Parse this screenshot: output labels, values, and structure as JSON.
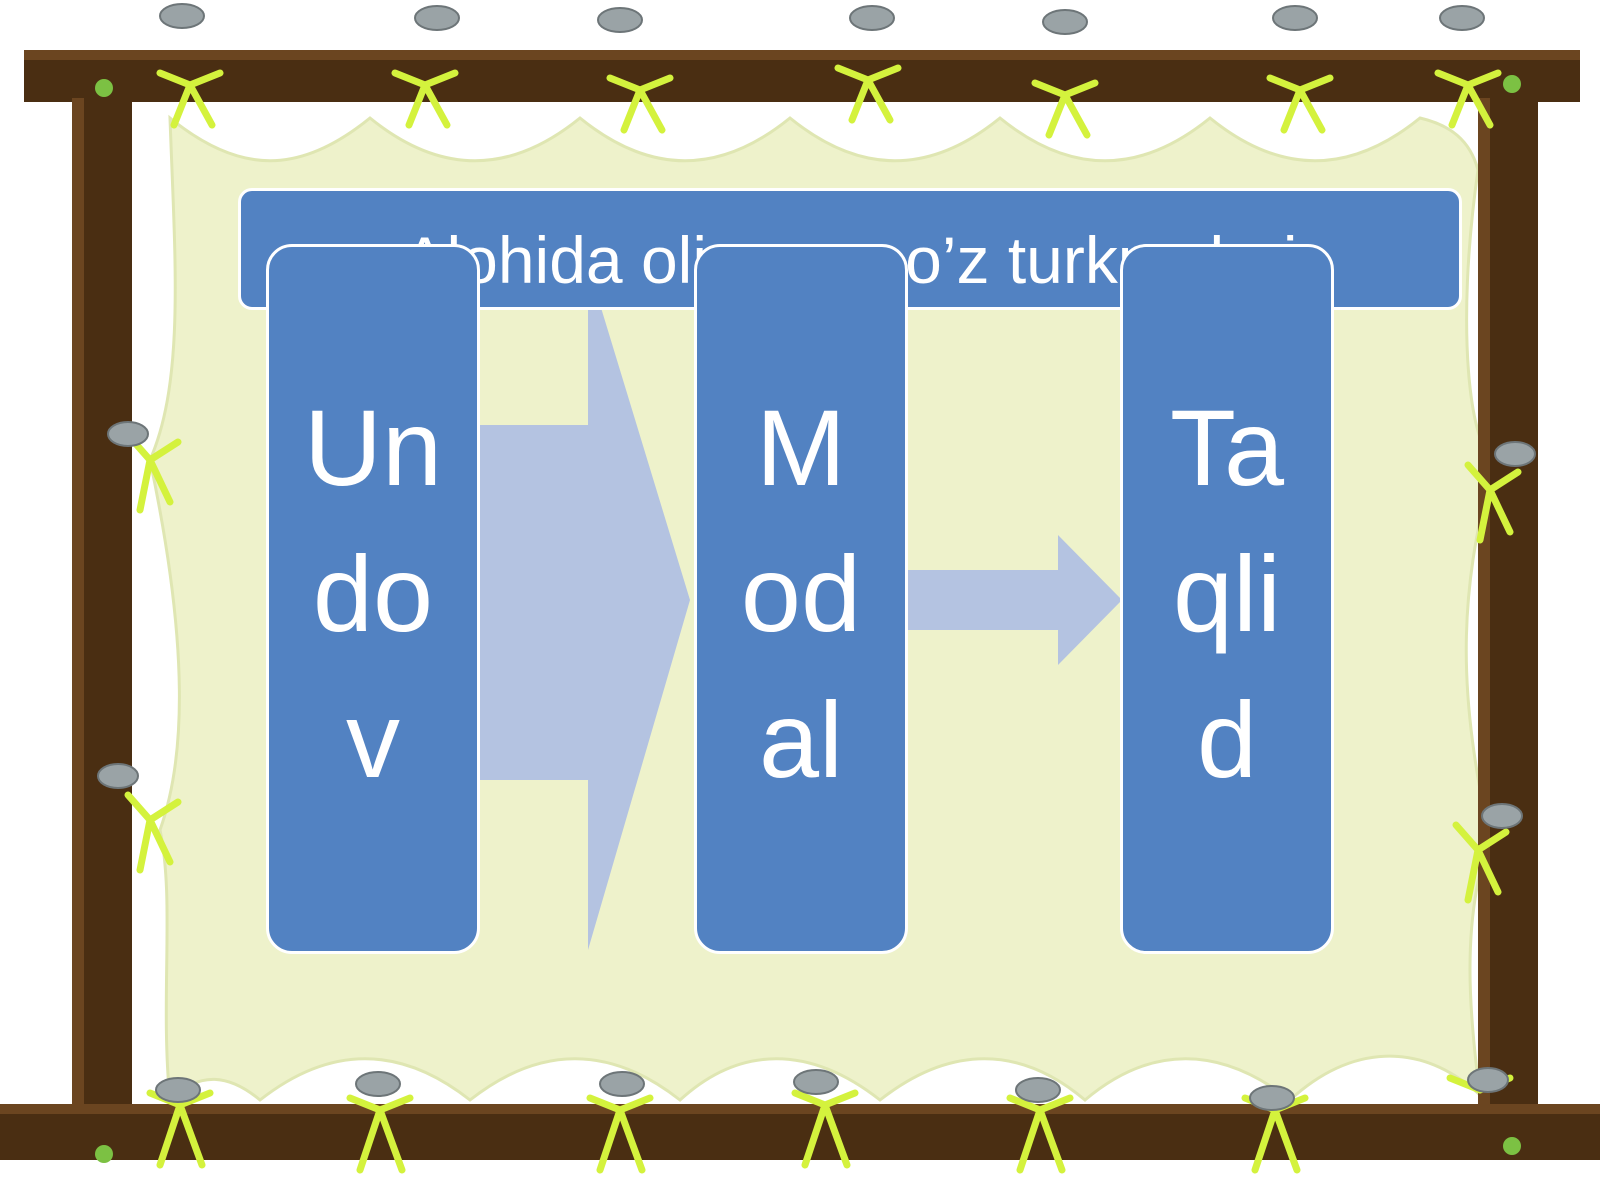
{
  "title": "Alohida olingan so’z turkumlari",
  "steps": [
    {
      "label": "Undov"
    },
    {
      "label": "Modal"
    },
    {
      "label": "Taqlid"
    }
  ],
  "colors": {
    "box_fill": "#5282c2",
    "arrow_fill": "#b4c3e1",
    "cloth": "#eef2cb",
    "frame_wood": "#4a2e12",
    "ribbon": "#d4f23d",
    "pin": "#9aa3a6"
  },
  "icons": [
    "pin-icon",
    "ribbon-bow-icon"
  ]
}
